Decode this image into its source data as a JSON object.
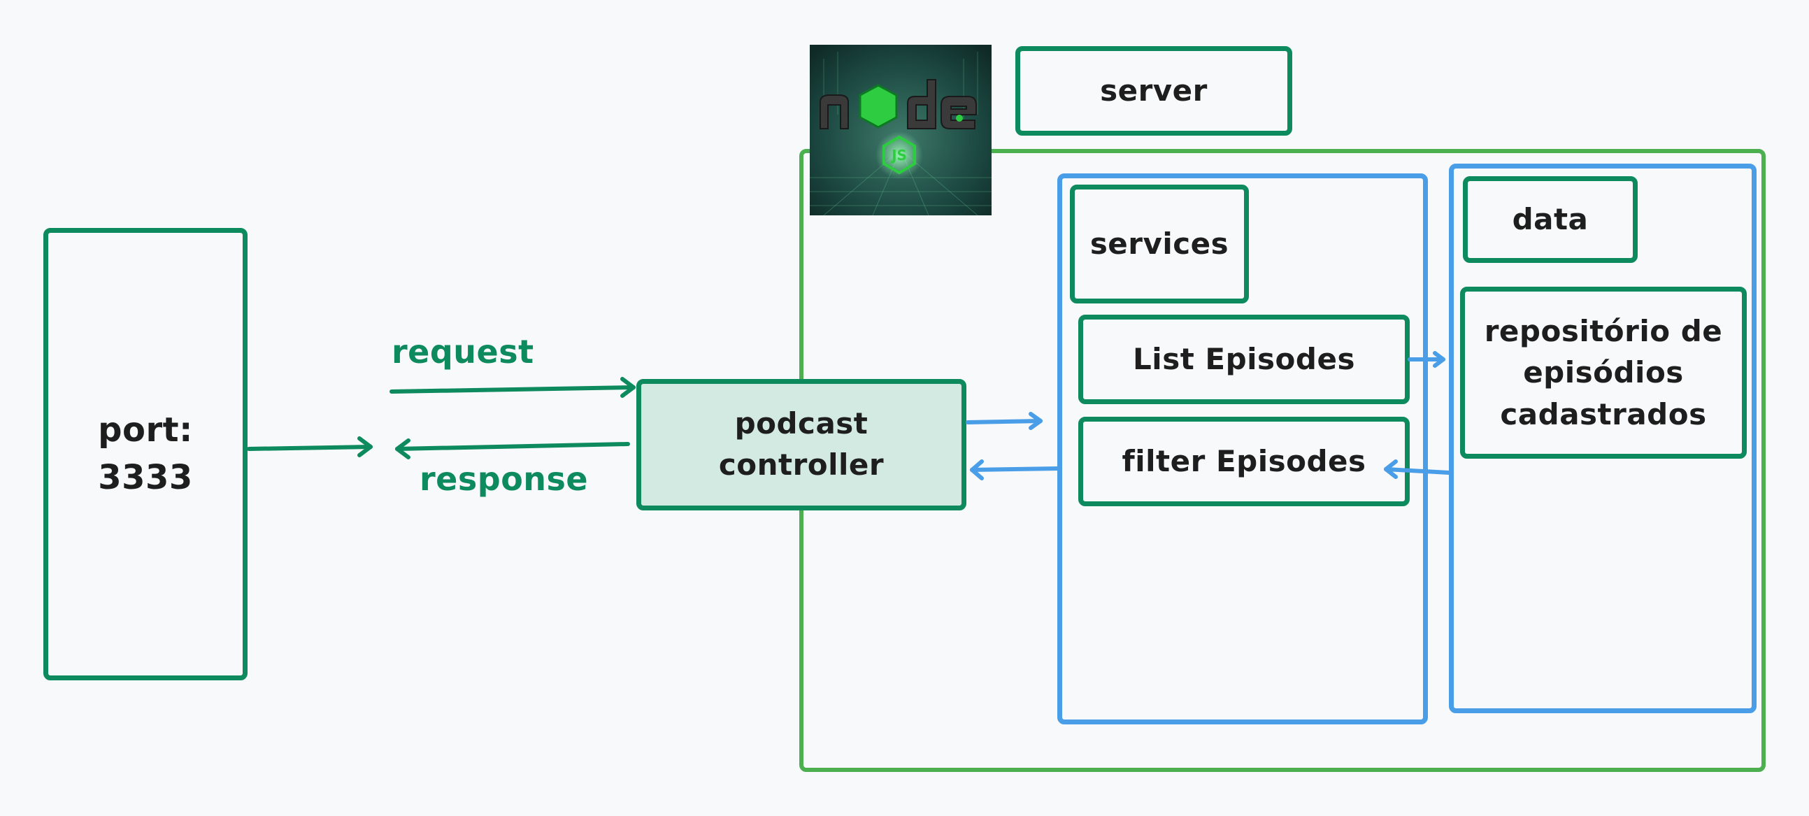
{
  "diagram": {
    "port_label": "port:\n3333",
    "request_label": "request",
    "response_label": "response",
    "controller_label": "podcast\ncontroller",
    "server_label": "server",
    "services_label": "services",
    "list_episodes_label": "List Episodes",
    "filter_episodes_label": "filter Episodes",
    "data_label": "data",
    "repository_label": "repositório de\nepisódios\ncadastrados",
    "logo": {
      "icon": "nodejs-logo-icon",
      "wordmark": "node",
      "badge": "JS"
    }
  },
  "colors": {
    "background": "#f8f9fa",
    "primary_green": "#0e8a5f",
    "light_green": "#4caf50",
    "blue": "#4a9ee8",
    "controller_fill": "#d3eae2",
    "text": "#1e1e1e",
    "node_green": "#2ecc40"
  }
}
